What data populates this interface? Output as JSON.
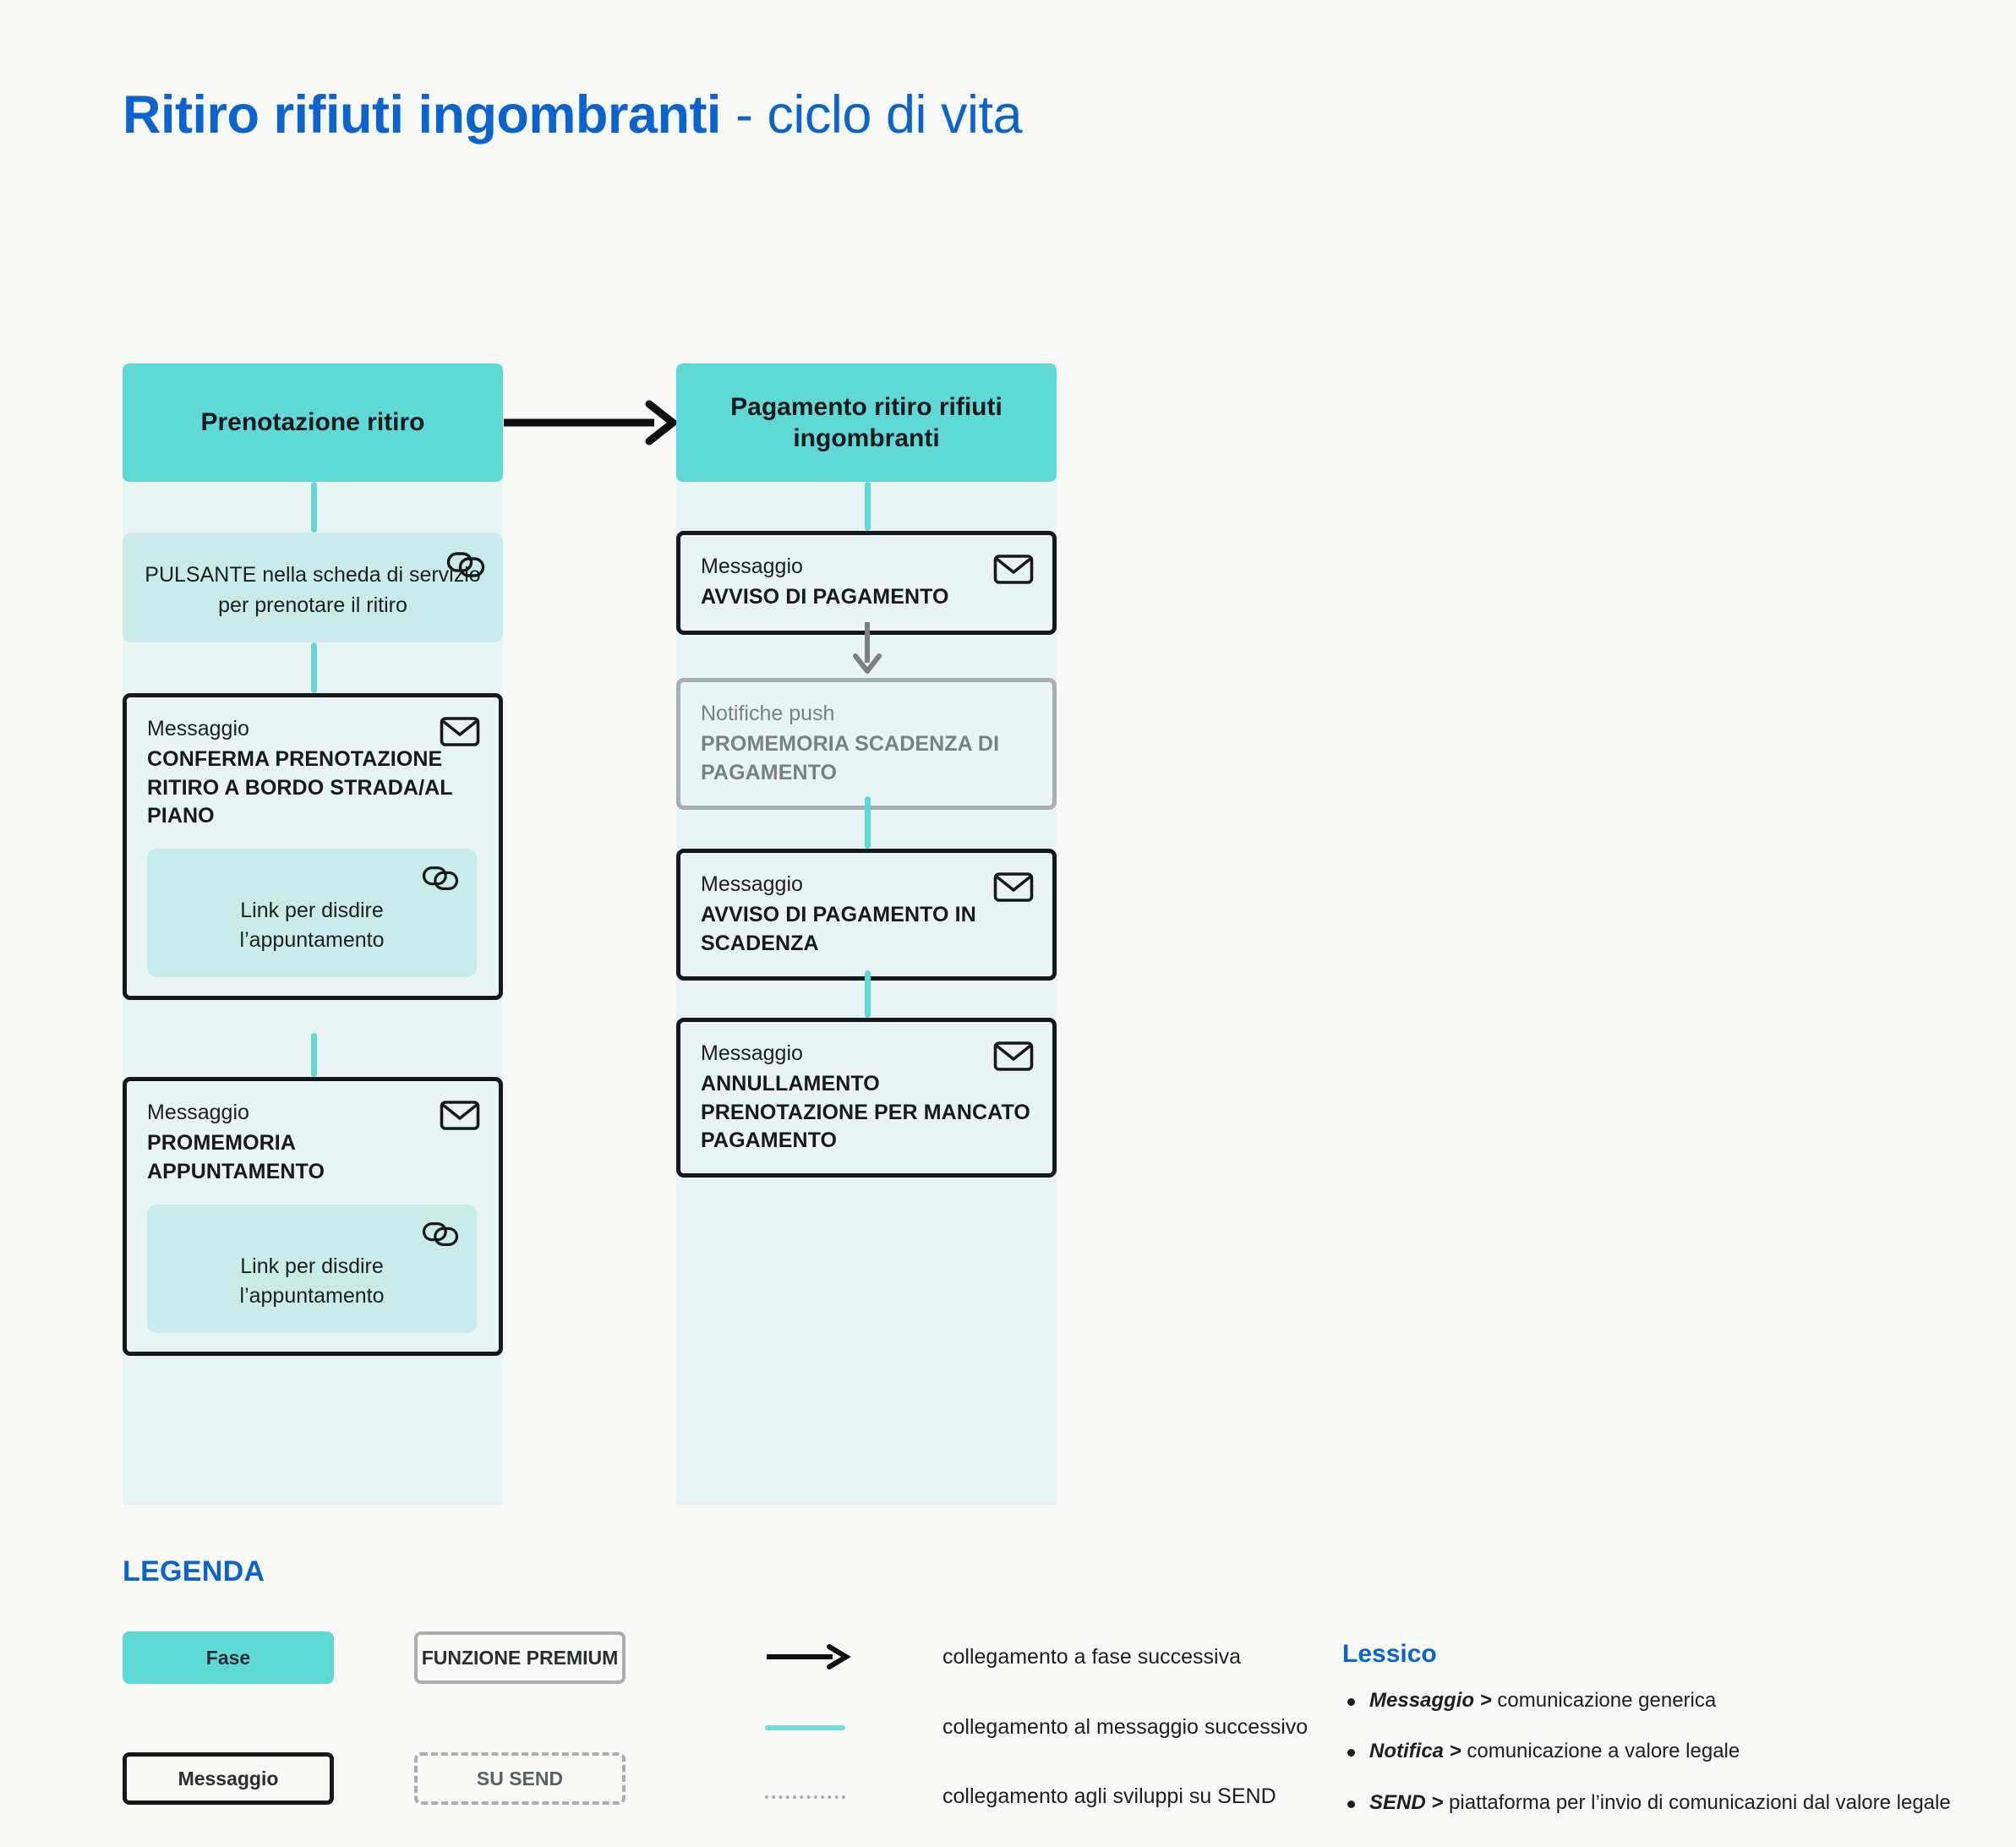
{
  "title": {
    "bold": "Ritiro rifiuti ingombranti",
    "light": " - ciclo di vita"
  },
  "colors": {
    "accent_blue": "#0b63ce",
    "phase_teal": "#5fd9d5",
    "column_bg": "#e9f5f4",
    "soft_teal": "#c9ecea",
    "gray_border": "#a9aeb0",
    "black_border": "#16191b",
    "page_bg": "#f9f9f8"
  },
  "flow": {
    "columns": [
      {
        "phase_label": "Prenotazione ritiro",
        "nodes": [
          {
            "type": "soft",
            "icon": "link-icon",
            "text": "PULSANTE nella scheda di servizio per prenotare il ritiro"
          },
          {
            "type": "message",
            "icon": "envelope-icon",
            "kicker": "Messaggio",
            "title": "CONFERMA PRENOTAZIONE RITIRO A BORDO STRADA/AL PIANO",
            "nested": {
              "icon": "link-icon",
              "text": "Link per disdire l’appuntamento"
            }
          },
          {
            "type": "message",
            "icon": "envelope-icon",
            "kicker": "Messaggio",
            "title": "PROMEMORIA APPUNTAMENTO",
            "nested": {
              "icon": "link-icon",
              "text": "Link per disdire l’appuntamento"
            }
          }
        ]
      },
      {
        "phase_label": "Pagamento ritiro rifiuti ingombranti",
        "nodes": [
          {
            "type": "message",
            "icon": "envelope-icon",
            "kicker": "Messaggio",
            "title": "AVVISO DI PAGAMENTO"
          },
          {
            "type": "push",
            "kicker": "Notifiche push",
            "title": "PROMEMORIA SCADENZA DI PAGAMENTO"
          },
          {
            "type": "message",
            "icon": "envelope-icon",
            "kicker": "Messaggio",
            "title": "AVVISO DI PAGAMENTO IN SCADENZA"
          },
          {
            "type": "message",
            "icon": "envelope-icon",
            "kicker": "Messaggio",
            "title": "ANNULLAMENTO PRENOTAZIONE PER MANCATO PAGAMENTO"
          }
        ]
      }
    ]
  },
  "legend": {
    "heading": "LEGENDA",
    "swatches": [
      {
        "label": "Fase",
        "style": "filled-teal"
      },
      {
        "label": "FUNZIONE PREMIUM",
        "style": "gray-outline"
      },
      {
        "label": "Messaggio",
        "style": "black-outline"
      },
      {
        "label": "SU SEND",
        "style": "gray-dashed"
      }
    ],
    "lines": [
      {
        "icon": "black-arrow-icon",
        "label": "collegamento a fase successiva"
      },
      {
        "icon": "teal-line-icon",
        "label": "collegamento al messaggio successivo"
      },
      {
        "icon": "dotted-line-icon",
        "label": "collegamento agli sviluppi su SEND"
      }
    ]
  },
  "lessico": {
    "heading": "Lessico",
    "items": [
      {
        "term": "Messaggio >",
        "definition": " comunicazione generica"
      },
      {
        "term": "Notifica >",
        "definition": " comunicazione a valore legale"
      },
      {
        "term": "SEND >",
        "definition": " piattaforma per  l’invio di comunicazioni dal valore legale"
      }
    ]
  }
}
